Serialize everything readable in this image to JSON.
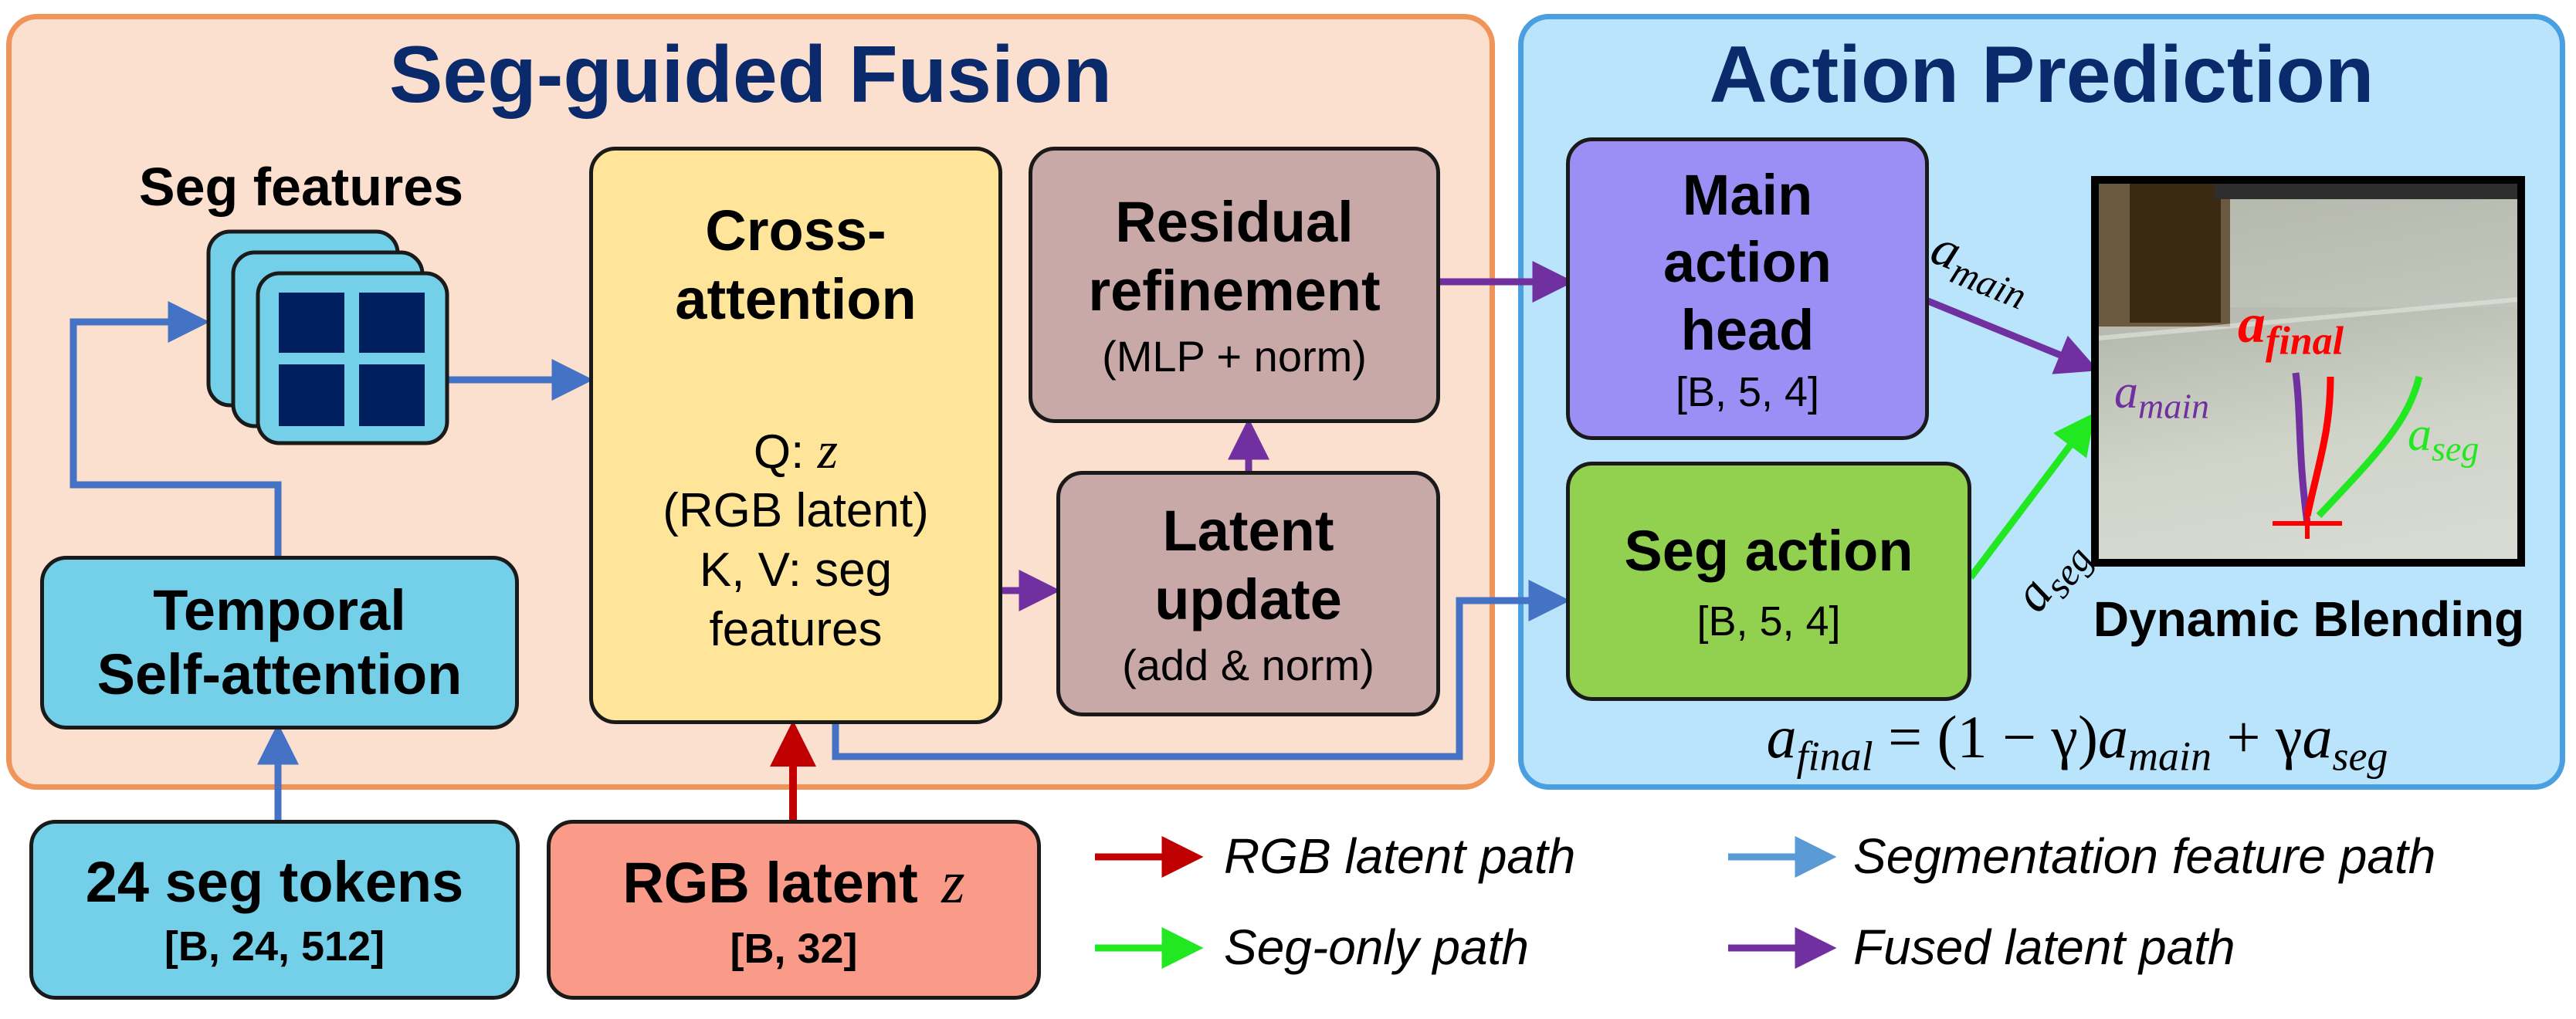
{
  "left_panel": {
    "title": "Seg-guided Fusion"
  },
  "right_panel": {
    "title": "Action Prediction"
  },
  "seg_features": {
    "label": "Seg features"
  },
  "temporal": {
    "line1": "Temporal",
    "line2": "Self-attention"
  },
  "seg_tokens": {
    "title": "24 seg tokens",
    "shape": "[B, 24, 512]"
  },
  "rgb_latent": {
    "title": "RGB latent",
    "symbol": "z",
    "shape": "[B, 32]"
  },
  "cross_attention": {
    "line1": "Cross-",
    "line2": "attention",
    "q_prefix": "Q: ",
    "q_symbol": "z",
    "q_desc": "(RGB latent)",
    "kv_line1": "K, V: seg",
    "kv_line2": "features"
  },
  "residual": {
    "line1": "Residual",
    "line2": "refinement",
    "sub": "(MLP + norm)"
  },
  "latent_update": {
    "line1": "Latent",
    "line2": "update",
    "sub": "(add & norm)"
  },
  "main_head": {
    "line1": "Main",
    "line2": "action",
    "line3": "head",
    "shape": "[B, 5, 4]"
  },
  "seg_action": {
    "title": "Seg action",
    "shape": "[B, 5, 4]"
  },
  "blend": {
    "caption": "Dynamic Blending",
    "a_main_label": "a",
    "a_main_sub": "main",
    "a_seg_label": "a",
    "a_seg_sub": "seg",
    "a_final_label": "a",
    "a_final_sub": "final"
  },
  "edge_labels": {
    "a_main": "a",
    "a_main_sub": "main",
    "a_seg": "a",
    "a_seg_sub": "seg"
  },
  "equation": {
    "lhs": "a",
    "lhs_sub": "final",
    "mid": " = (1 − γ)",
    "a2": "a",
    "a2_sub": "main",
    "plus": " + γ",
    "a3": "a",
    "a3_sub": "seg"
  },
  "legend": {
    "rgb": "RGB latent path",
    "seg_only": "Seg-only path",
    "seg_feature": "Segmentation feature path",
    "fused": "Fused latent path"
  },
  "colors": {
    "rgb_path": "#c00000",
    "seg_only_path": "#22e822",
    "seg_feature_path": "#4472c4",
    "fused_path": "#7030a0",
    "left_panel_bg": "#fbe0cf",
    "left_panel_border": "#f0955a",
    "right_panel_bg": "#b9e4fb",
    "right_panel_border": "#4a9fe0",
    "title_color": "#0a2a6b"
  }
}
